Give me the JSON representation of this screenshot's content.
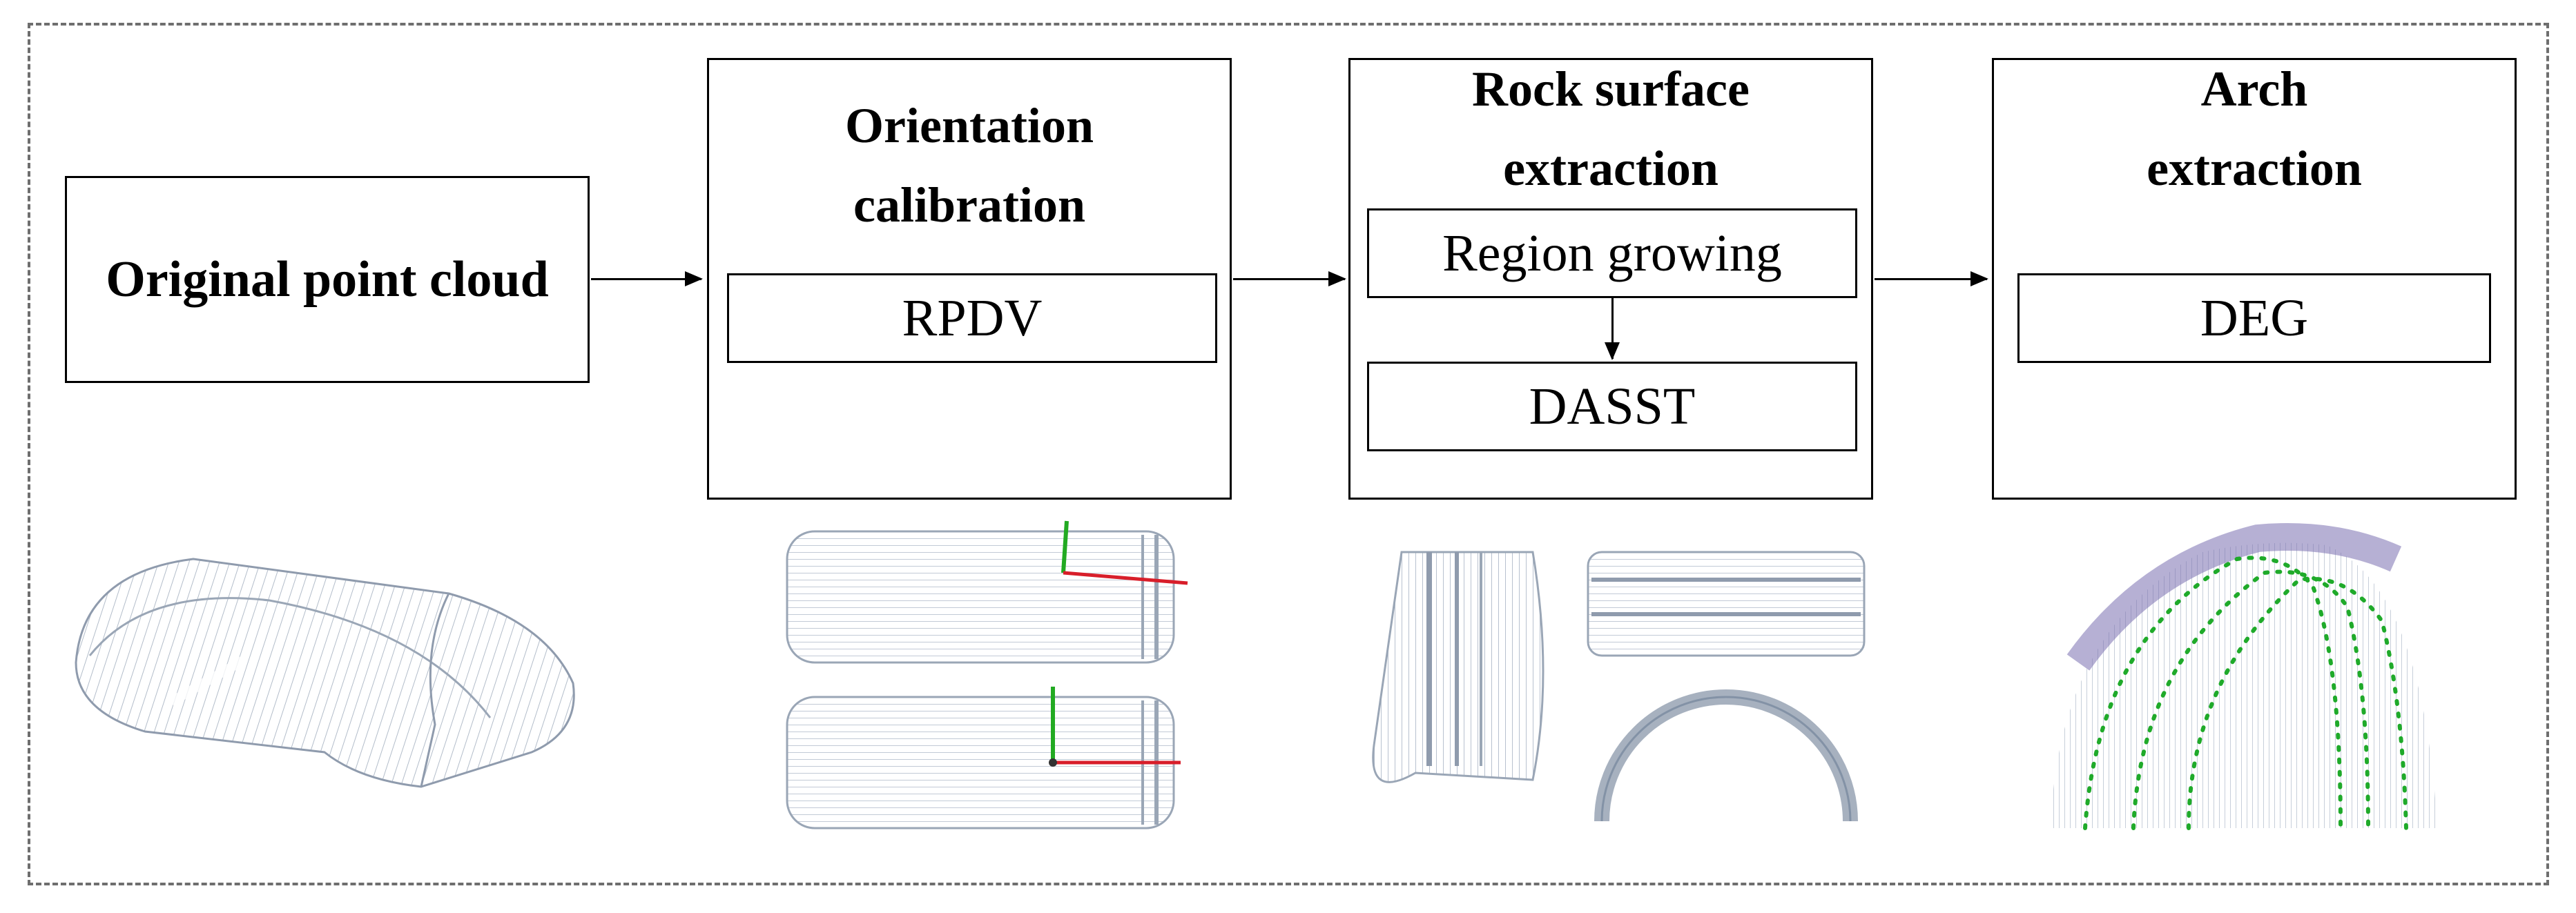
{
  "steps": {
    "original": {
      "title": "Original point cloud"
    },
    "orientation": {
      "title": "Orientation calibration",
      "method": "RPDV"
    },
    "rock": {
      "title": "Rock surface extraction",
      "method1": "Region growing",
      "method2": "DASST"
    },
    "arch": {
      "title": "Arch extraction",
      "method": "DEG"
    }
  },
  "colors": {
    "point_cloud": "#9aa6b6",
    "axis_green": "#22aa22",
    "axis_red": "#d81e2a",
    "arch_purple": "#7a70b0",
    "arch_green": "#1faa2a"
  }
}
